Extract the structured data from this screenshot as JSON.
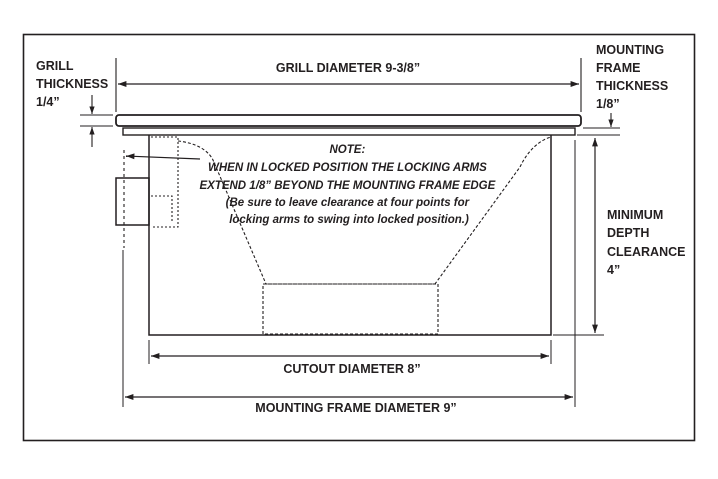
{
  "labels": {
    "grill_thickness": [
      "GRILL",
      "THICKNESS",
      "1/4”"
    ],
    "grill_diameter": "GRILL DIAMETER 9-3/8”",
    "mounting_frame_thickness": [
      "MOUNTING",
      "FRAME",
      "THICKNESS",
      "1/8”"
    ],
    "minimum_depth_clearance": [
      "MINIMUM",
      "DEPTH",
      "CLEARANCE",
      "4”"
    ],
    "cutout_diameter": "CUTOUT DIAMETER 8”",
    "mounting_frame_diameter": "MOUNTING FRAME DIAMETER 9”"
  },
  "note": [
    "NOTE:",
    "WHEN IN LOCKED POSITION THE LOCKING ARMS",
    "EXTEND 1/8” BEYOND THE MOUNTING FRAME EDGE",
    "(Be sure to leave clearance at four points for",
    "locking arms to swing into locked position.)"
  ],
  "colors": {
    "ink": "#231f20",
    "background": "#ffffff"
  }
}
